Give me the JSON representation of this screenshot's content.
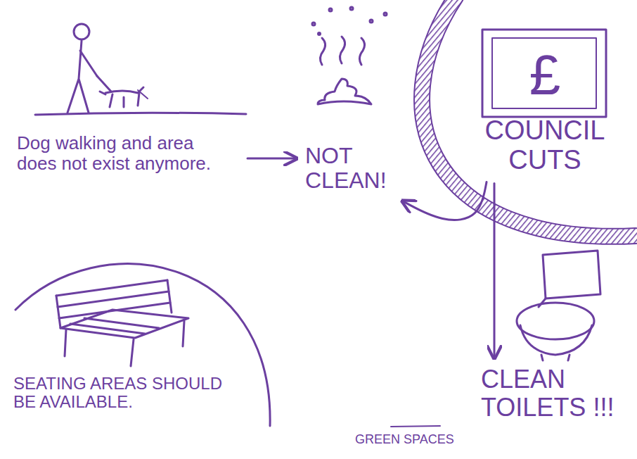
{
  "diagram": {
    "nodes": [
      {
        "text": [
          "Dog walking and area does not exist anymore."
        ]
      },
      {
        "text": [
          "NOT CLEAN!"
        ]
      },
      {
        "text": [
          "£",
          "COUNCIL CUTS"
        ]
      },
      {
        "text": [
          "CLEAN TOILETS !!!"
        ]
      },
      {
        "text": [
          "SEATING AREAS SHOULD BE AVAILABLE."
        ]
      }
    ],
    "edges": [
      {
        "from": 0,
        "to": 1,
        "arrow": "to"
      },
      {
        "from": 2,
        "to": 1,
        "arrow": "to"
      },
      {
        "from": 2,
        "to": 3,
        "arrow": "to"
      }
    ],
    "labels": [
      "GREEN SPACES"
    ]
  }
}
